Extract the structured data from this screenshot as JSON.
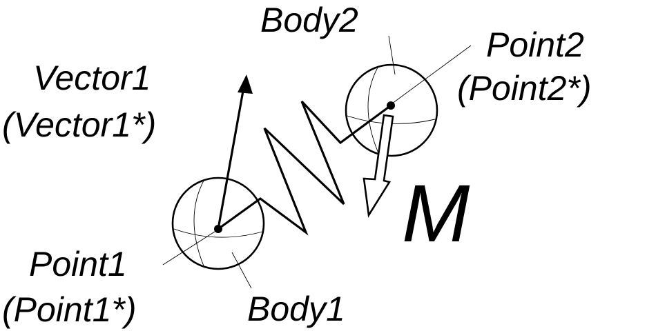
{
  "colors": {
    "ink": "#000000",
    "paper": "#ffffff"
  },
  "labels": {
    "body2": "Body2",
    "point2": "Point2",
    "point2_star": "(Point2*)",
    "vector1": "Vector1",
    "vector1_star": "(Vector1*)",
    "moment": "M",
    "point1": "Point1",
    "point1_star": "(Point1*)",
    "body1": "Body1"
  }
}
